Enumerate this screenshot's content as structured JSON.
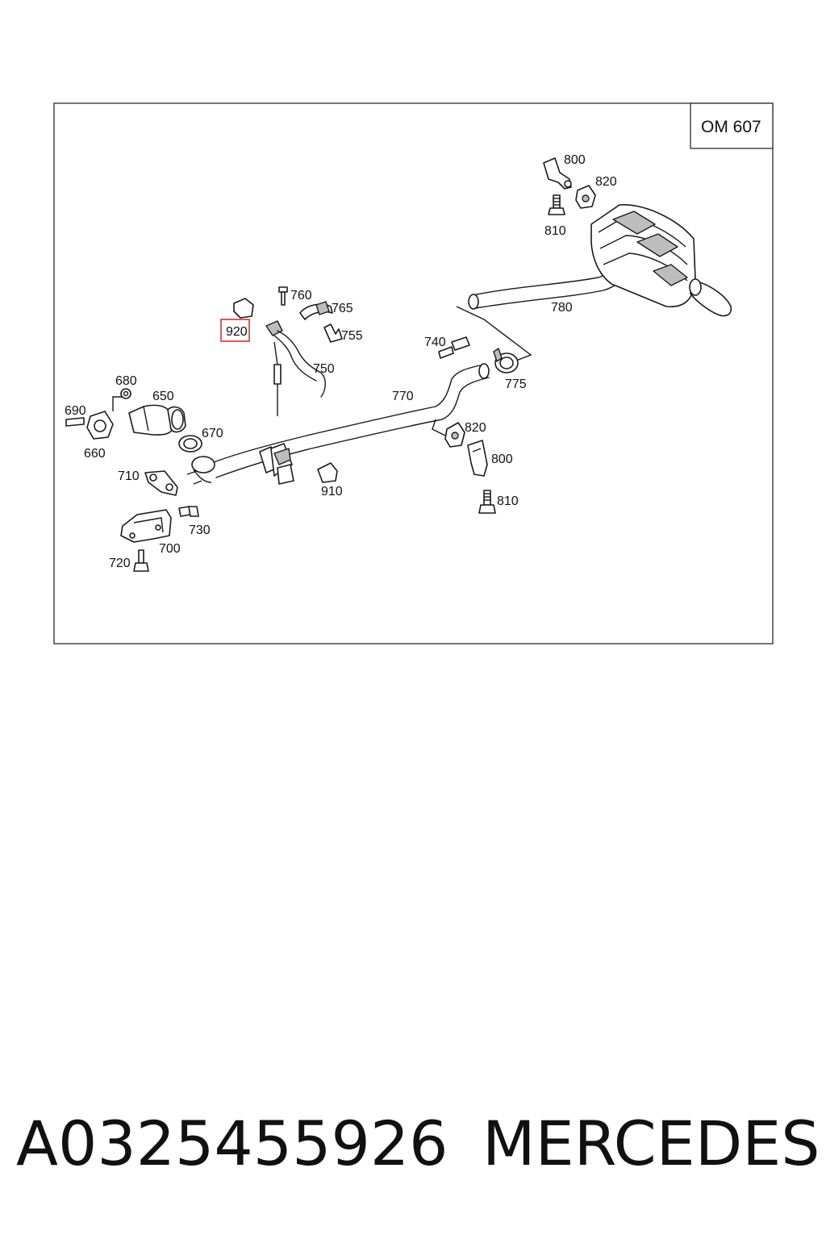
{
  "diagram": {
    "engine_code": "OM 607",
    "highlight_color": "#e03030",
    "callouts": {
      "c800_top": "800",
      "c820_top": "820",
      "c810_top": "810",
      "c760": "760",
      "c765": "765",
      "c755": "755",
      "c920": "920",
      "c780": "780",
      "c740": "740",
      "c750": "750",
      "c775": "775",
      "c680": "680",
      "c650": "650",
      "c770": "770",
      "c690": "690",
      "c820_bottom": "820",
      "c660": "660",
      "c670": "670",
      "c800_bottom": "800",
      "c710": "710",
      "c910": "910",
      "c810_bottom": "810",
      "c730": "730",
      "c700": "700",
      "c720": "720"
    }
  },
  "footer": {
    "part_number": "A0325455926",
    "brand": "MERCEDES"
  }
}
